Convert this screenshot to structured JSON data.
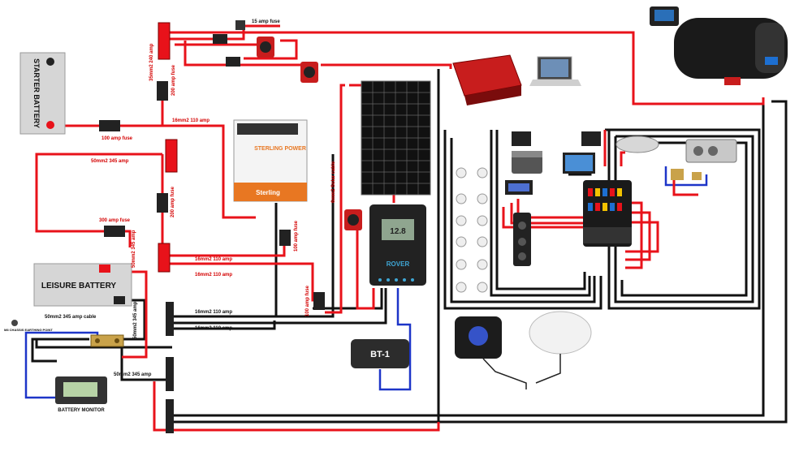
{
  "labels": {
    "starter_battery": "STARTER BATTERY",
    "leisure_battery": "LEISURE BATTERY",
    "battery_monitor": "BATTERY MONITOR",
    "sterling_brand": "STERLING POWER",
    "sterling_footer": "Sterling",
    "rover": "ROVER",
    "bt1": "BT-1",
    "controller_display": "12.8",
    "fuse_15": "15 amp fuse",
    "fuse_100_top": "100 amp fuse",
    "fuse_300": "300 amp fuse",
    "fuse_100_mid": "100 amp fuse",
    "fuse_100_low": "100 amp fuse",
    "fuse_200_a": "200 amp fuse",
    "fuse_200_b": "200 amp fuse",
    "cable_35mm2_240": "35mm2 240 amp",
    "cable_16_110_a": "16mm2 110 amp",
    "cable_50_345_a": "50mm2 345 amp",
    "cable_50_345_b": "50mm2 345 amp",
    "cable_16_110_b": "16mm2 110 amp",
    "cable_16_110_c": "16mm2 110 amp",
    "cable_16_110_d": "16mm2 110 amp",
    "cable_16_110_e": "16mm2 110 amp",
    "cable_50_345_c": "50mm2 345 amp cable",
    "cable_50_345_d": "50mm2 345 amp",
    "cable_50_345_e": "50mm2 345 amp",
    "cable_solar": "6mm2 Solar cable",
    "chassis_earth": "M8 CHASSIS EARTHING POINT"
  },
  "colors": {
    "positive": "#e8121a",
    "negative": "#111111",
    "signal": "#1d35c8",
    "battery_body": "#d6d6d6",
    "dcdc_orange": "#e87722"
  }
}
